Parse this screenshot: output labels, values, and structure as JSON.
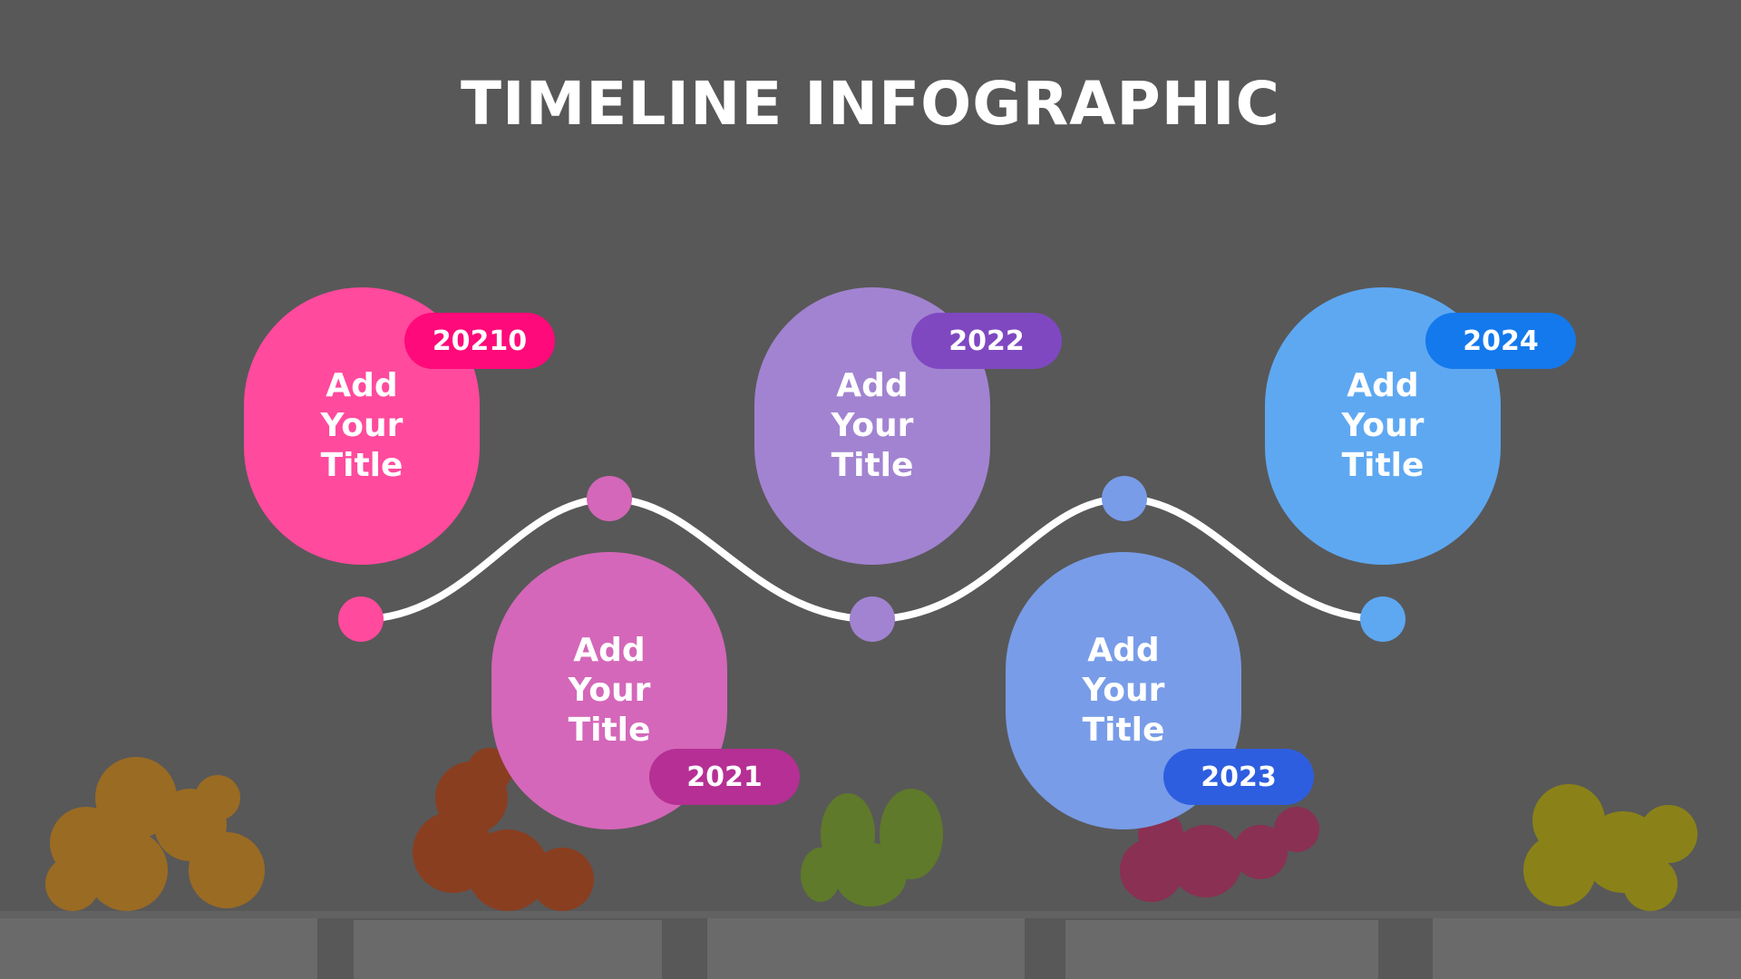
{
  "title": "TIMELINE INFOGRAPHIC",
  "colors": {
    "background": "#585858",
    "line": "#ffffff",
    "text": "#ffffff"
  },
  "items": [
    {
      "year": "20210",
      "title": "Add Your Title",
      "color": "#ff4a9d",
      "badge_color": "#ff0a7a"
    },
    {
      "year": "2021",
      "title": "Add Your Title",
      "color": "#d467b9",
      "badge_color": "#b52f94"
    },
    {
      "year": "2022",
      "title": "Add Your Title",
      "color": "#a283d1",
      "badge_color": "#7f48c1"
    },
    {
      "year": "2023",
      "title": "Add Your Title",
      "color": "#789ce8",
      "badge_color": "#2e5ee0"
    },
    {
      "year": "2024",
      "title": "Add Your Title",
      "color": "#5ea8f2",
      "badge_color": "#1479ec"
    }
  ]
}
